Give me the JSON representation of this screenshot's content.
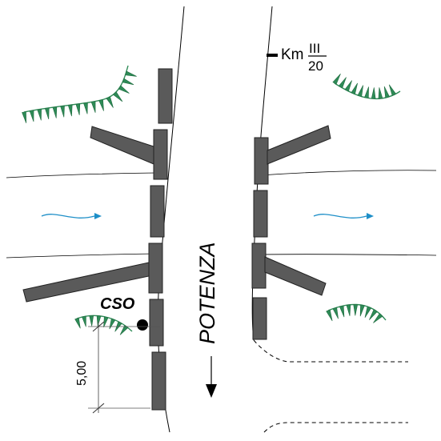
{
  "road": {
    "name": "POTENZA"
  },
  "km_marker": {
    "prefix": "Km",
    "top": "III",
    "bottom": "20"
  },
  "station": {
    "label": "CSO"
  },
  "dimension": {
    "value": "5,00"
  },
  "colors": {
    "vegetation": "#2e8b57",
    "flow": "#1e8fc8",
    "wall": "#5a5a5a"
  },
  "icons": {
    "flow_arrow": "flow-arrow-icon",
    "direction_arrow": "direction-arrow-icon",
    "station_dot": "station-dot-icon"
  }
}
